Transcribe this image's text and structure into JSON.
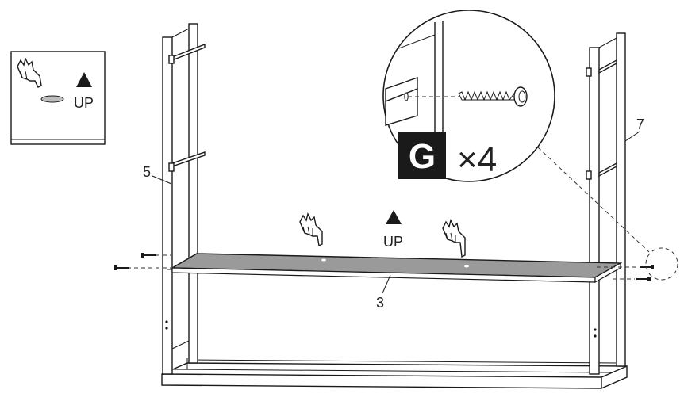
{
  "labels": {
    "left_frame": "5",
    "shelf": "3",
    "right_frame": "7",
    "up_text": "UP",
    "inset_up_text": "UP"
  },
  "fastener": {
    "letter": "G",
    "quantity": "×4"
  },
  "icons": [
    "pointing-hand-icon",
    "up-arrow-icon",
    "screw-icon"
  ],
  "colors": {
    "line": "#1a1a1a",
    "shelf_fill": "#9a9a9a",
    "badge_fill": "#1a1a1a",
    "badge_text": "#ffffff"
  }
}
